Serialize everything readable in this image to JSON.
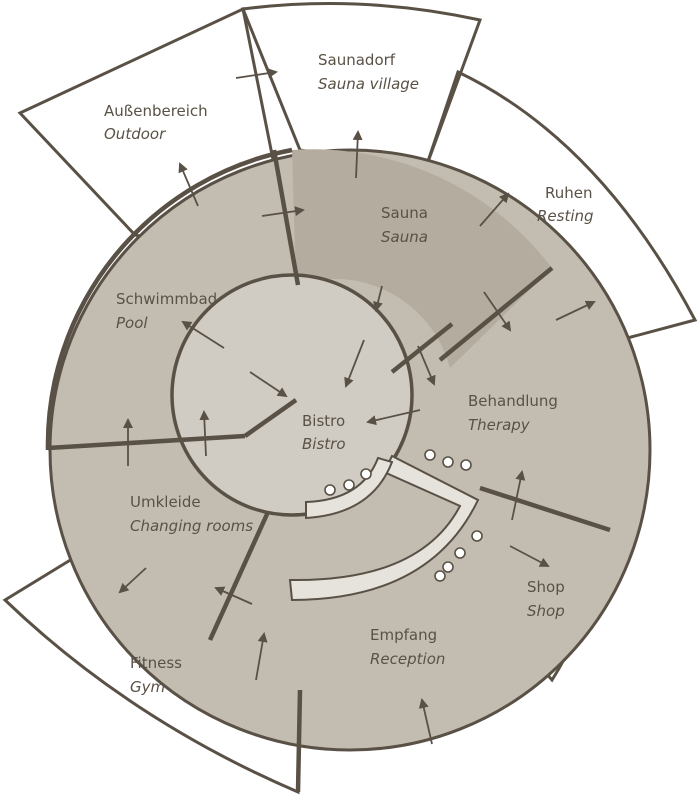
{
  "diagram": {
    "colors": {
      "outline": "#5a5146",
      "outer_dark": "#b7b0a2",
      "outer_light": "#e6e3dc",
      "middle_ring": "#c3bdb1",
      "sauna": "#b4ad9f",
      "center": "#d1ccc3",
      "counter": "#e6e3dc"
    },
    "areas": [
      {
        "id": "aussenbereich",
        "de": "Außenbereich",
        "en": "Outdoor"
      },
      {
        "id": "saunadorf",
        "de": "Saunadorf",
        "en": "Sauna village"
      },
      {
        "id": "ruhen",
        "de": "Ruhen",
        "en": "Resting"
      },
      {
        "id": "sauna",
        "de": "Sauna",
        "en": "Sauna"
      },
      {
        "id": "schwimmbad",
        "de": "Schwimmbad",
        "en": "Pool"
      },
      {
        "id": "bistro",
        "de": "Bistro",
        "en": "Bistro"
      },
      {
        "id": "behandlung",
        "de": "Behandlung",
        "en": "Therapy"
      },
      {
        "id": "umkleide",
        "de": "Umkleide",
        "en": "Changing rooms"
      },
      {
        "id": "shop",
        "de": "Shop",
        "en": "Shop"
      },
      {
        "id": "fitness",
        "de": "Fitness",
        "en": "Gym"
      },
      {
        "id": "empfang",
        "de": "Empfang",
        "en": "Reception"
      }
    ]
  }
}
